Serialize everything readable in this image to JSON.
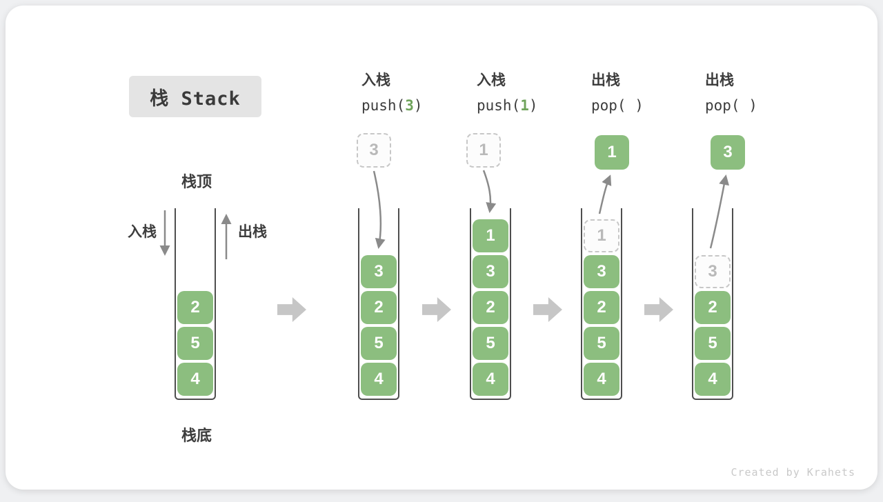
{
  "title": "栈 Stack",
  "labels": {
    "stack_top": "栈顶",
    "stack_bottom": "栈底",
    "push_side": "入栈",
    "pop_side": "出栈"
  },
  "operations": [
    {
      "line1": "入栈",
      "code_pre": "push(",
      "code_arg": "3",
      "code_post": ")"
    },
    {
      "line1": "入栈",
      "code_pre": "push(",
      "code_arg": "1",
      "code_post": ")"
    },
    {
      "line1": "出栈",
      "code_pre": "pop(",
      "code_arg": " ",
      "code_post": ")"
    },
    {
      "line1": "出栈",
      "code_pre": "pop(",
      "code_arg": " ",
      "code_post": ")"
    }
  ],
  "stacks": [
    {
      "state": "initial",
      "cells": [
        "2",
        "5",
        "4"
      ]
    },
    {
      "state": "after-push-3",
      "above": "3",
      "cells": [
        "3",
        "2",
        "5",
        "4"
      ]
    },
    {
      "state": "after-push-1",
      "above": "1",
      "cells": [
        "1",
        "3",
        "2",
        "5",
        "4"
      ]
    },
    {
      "state": "after-pop-1",
      "above": "1",
      "cells": [
        "1",
        "3",
        "2",
        "5",
        "4"
      ]
    },
    {
      "state": "after-pop-3",
      "above": "3",
      "cells": [
        "3",
        "2",
        "5",
        "4"
      ]
    }
  ],
  "watermark": "Created by Krahets",
  "colors": {
    "cell_green": "#8CBE7F",
    "arg_green": "#6FA35B",
    "arrow_gray": "#8a8a8a",
    "block_arrow_gray": "#c6c6c6",
    "ghost_border": "#c7c7c7",
    "title_bg": "#e4e4e4"
  }
}
